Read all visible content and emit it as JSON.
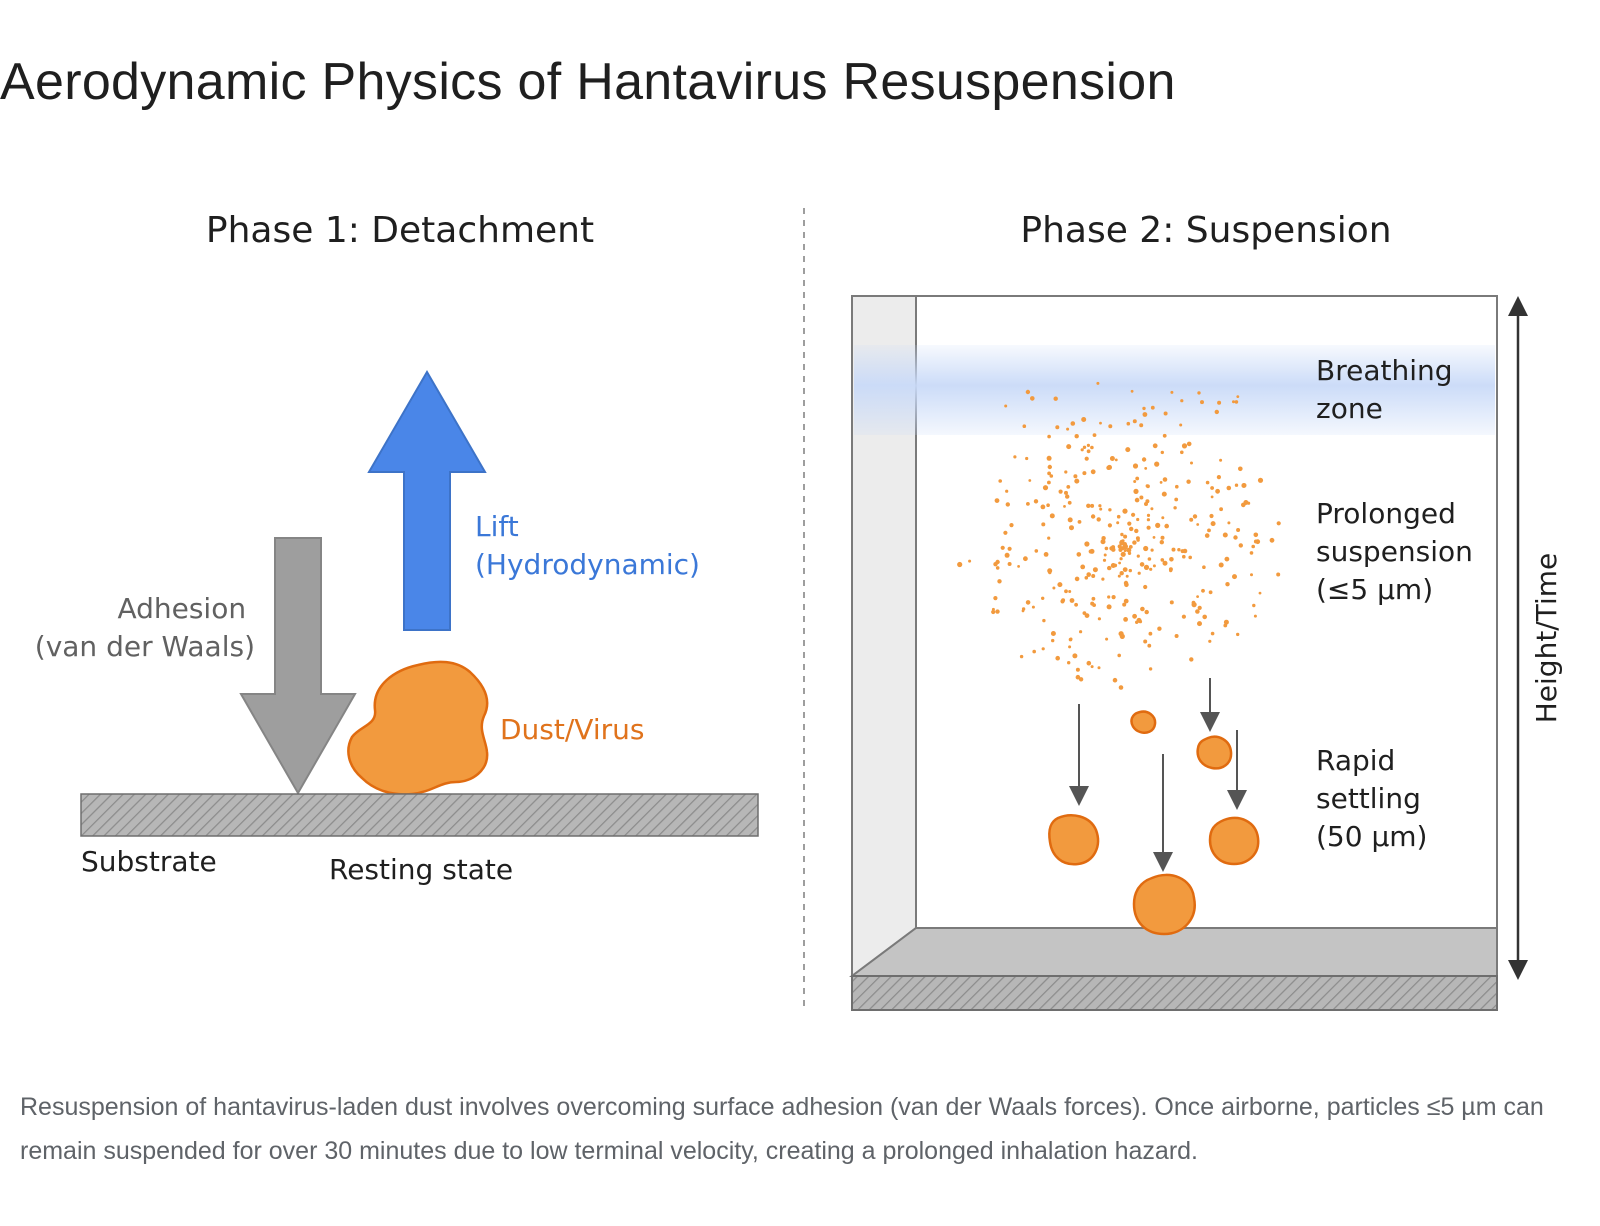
{
  "title": "Aerodynamic Physics of Hantavirus Resuspension",
  "caption": "Resuspension of hantavirus-laden dust involves overcoming surface adhesion (van der Waals forces). Once airborne, particles ≤5 µm can remain suspended for over 30 minutes due to low terminal velocity, creating a prolonged inhalation hazard.",
  "phase1": {
    "heading": "Phase 1: Detachment",
    "lift_label_line1": "Lift",
    "lift_label_line2": "(Hydrodynamic)",
    "adhesion_label_line1": "Adhesion",
    "adhesion_label_line2": "(van der Waals)",
    "particle_label": "Dust/Virus",
    "substrate_label": "Substrate",
    "resting_label": "Resting state"
  },
  "phase2": {
    "heading": "Phase 2: Suspension",
    "breathing_line1": "Breathing",
    "breathing_line2": "zone",
    "prolonged_line1": "Prolonged",
    "prolonged_line2": "suspension",
    "prolonged_line3": "(≤5 µm)",
    "settling_line1": "Rapid",
    "settling_line2": "settling",
    "settling_line3": "(50 µm)",
    "axis_label": "Height/Time"
  },
  "colors": {
    "lift": "#4a86e8",
    "adhesion": "#9e9e9e",
    "particle": "#f29a3e",
    "particle_stroke": "#e06b10",
    "lift_text": "#3b78d8",
    "particle_text": "#e0731c",
    "breathing_zone": "#c9daf8"
  }
}
